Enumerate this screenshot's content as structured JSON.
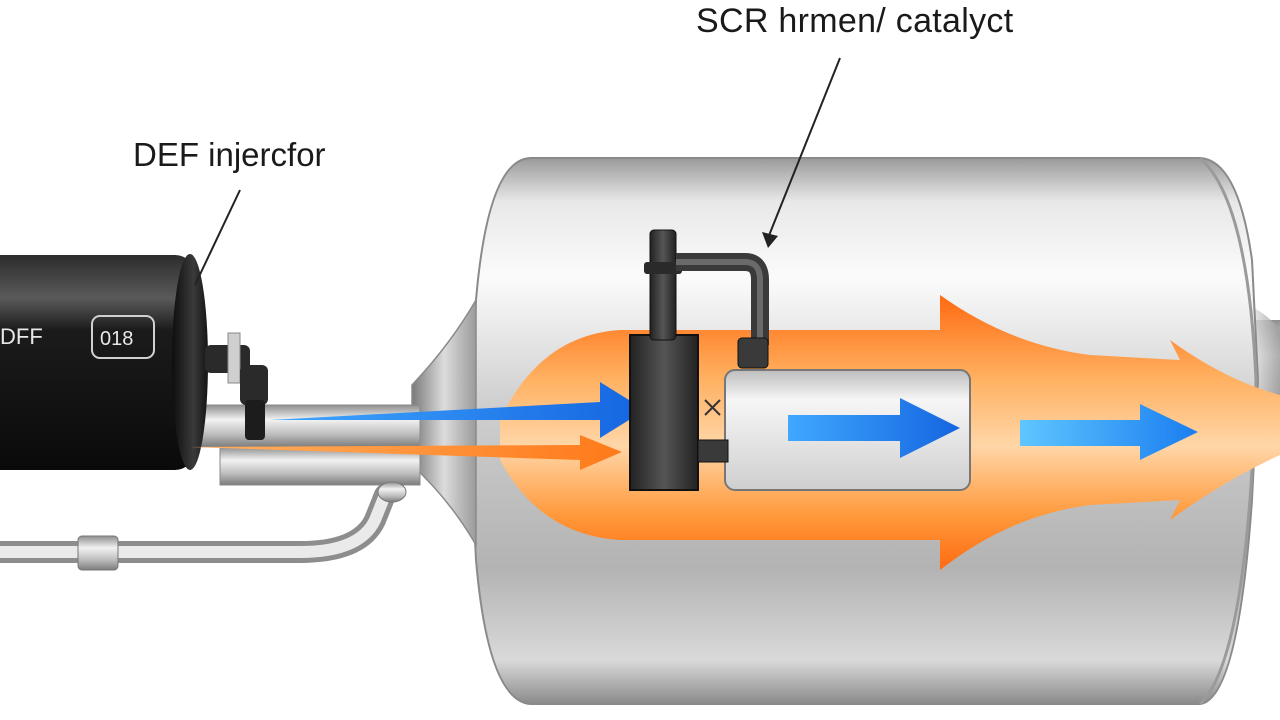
{
  "labels": {
    "scr_catalyst": "SCR hrmen/ catalyct",
    "def_injector": "DEF injercfor"
  },
  "tank_markings": {
    "left_text": "DFF",
    "badge_text": "018"
  },
  "colors": {
    "shell_light": "#f4f4f4",
    "shell_mid": "#c9c9c9",
    "shell_dark": "#7d7d7d",
    "exhaust_orange": "#ff6a10",
    "exhaust_orange_light": "#ffb060",
    "flow_blue": "#1565e0",
    "flow_blue_light": "#3fa8ff",
    "tank_black": "#151515",
    "injector_dark": "#3a3a3a"
  }
}
